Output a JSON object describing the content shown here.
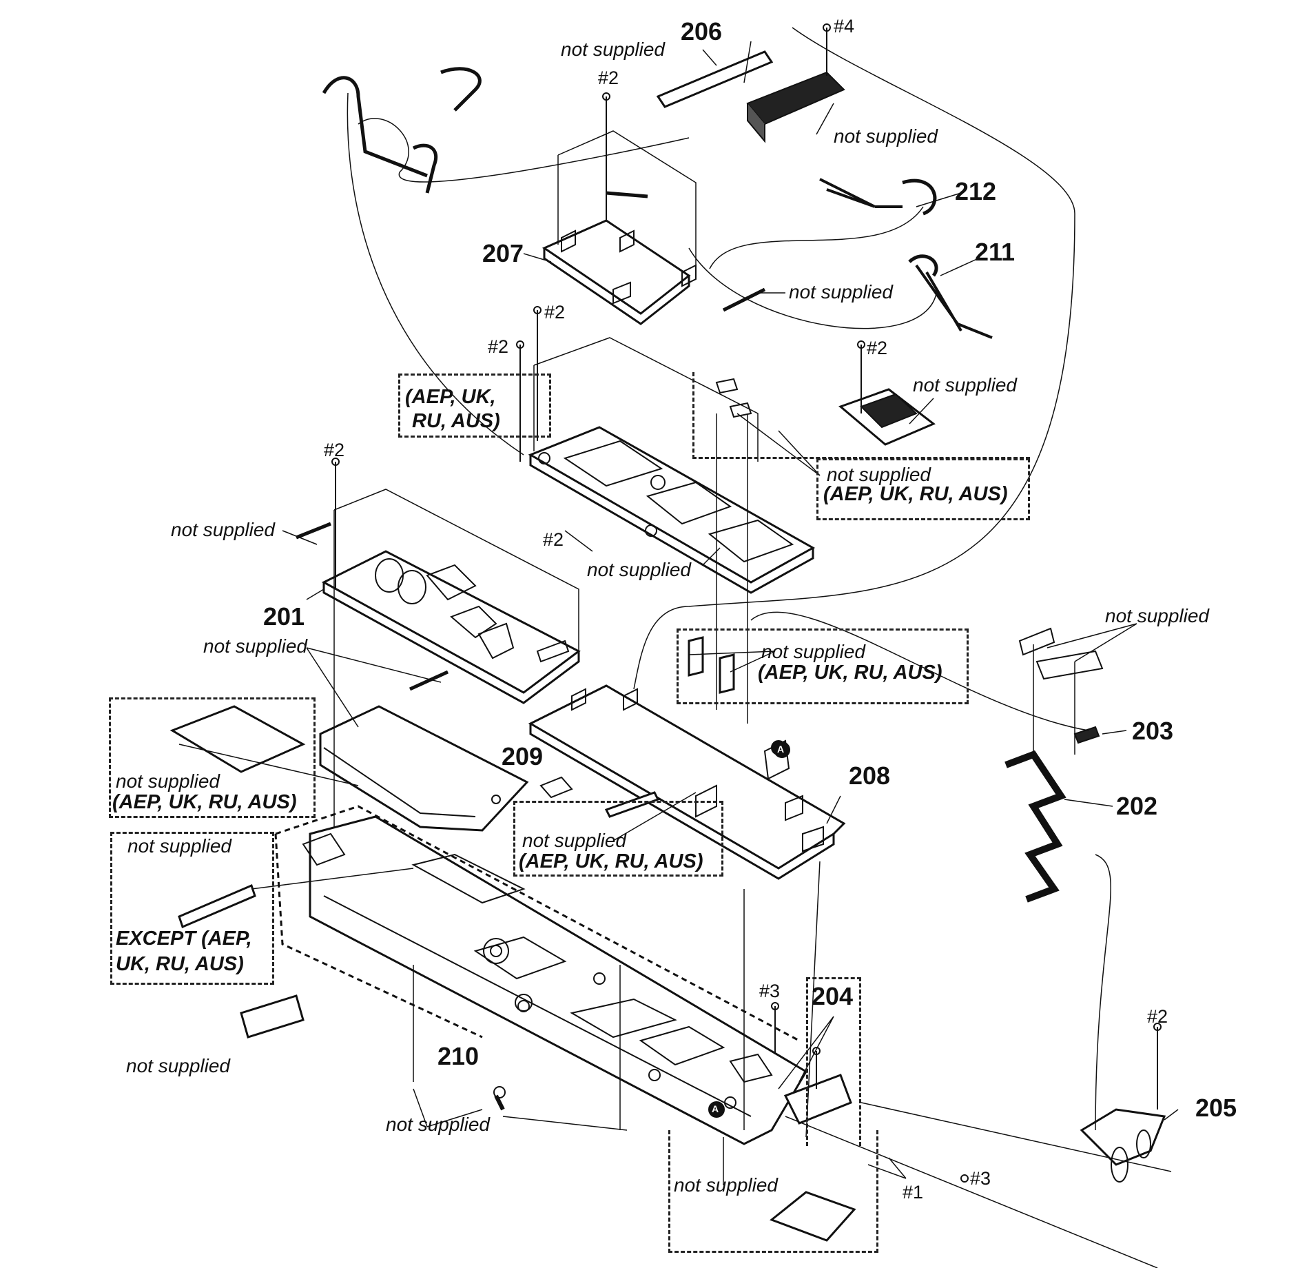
{
  "parts": {
    "p201": "201",
    "p202": "202",
    "p203": "203",
    "p204": "204",
    "p205": "205",
    "p206": "206",
    "p207": "207",
    "p208": "208",
    "p209": "209",
    "p210": "210",
    "p211": "211",
    "p212": "212"
  },
  "screws": {
    "s1": "#1",
    "s2": "#2",
    "s3": "#3",
    "s4": "#4"
  },
  "notes": {
    "not_supplied": "not supplied",
    "region_line1": "(AEP, UK,",
    "region_line2": "RU, AUS)",
    "region": "(AEP, UK, RU, AUS)",
    "except_line1": "EXCEPT (AEP,",
    "except_line2": "UK, RU, AUS)"
  },
  "marker": "A"
}
